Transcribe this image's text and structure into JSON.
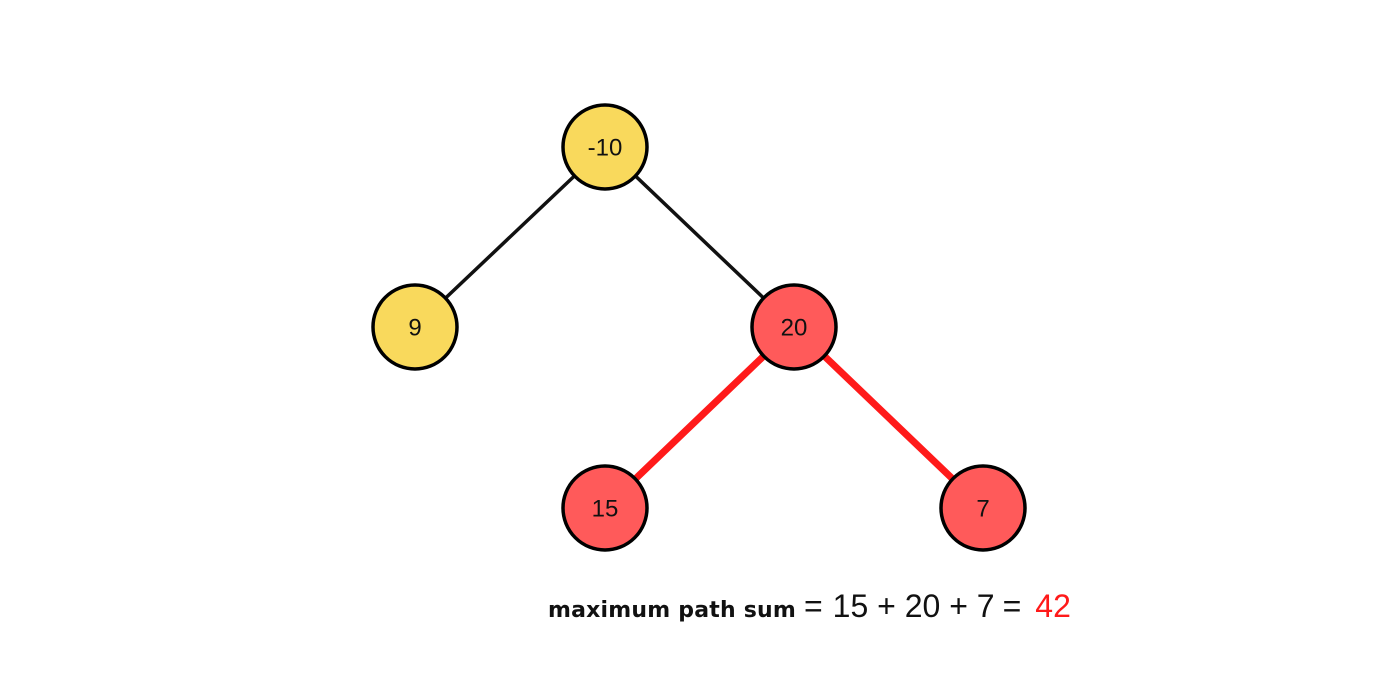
{
  "colors": {
    "background": "#ffffff",
    "outline": "#000000",
    "node_default": "#f9d95c",
    "node_highlight": "#ff5a5a",
    "edge_default": "#111111",
    "edge_highlight": "#ff1a1a",
    "result_text": "#ff1a1a",
    "text": "#111111"
  },
  "tree": {
    "nodes": [
      {
        "id": "n-root",
        "value": "-10",
        "highlighted": false
      },
      {
        "id": "n-left",
        "value": "9",
        "highlighted": false
      },
      {
        "id": "n-right",
        "value": "20",
        "highlighted": true
      },
      {
        "id": "n-right-left",
        "value": "15",
        "highlighted": true
      },
      {
        "id": "n-right-right",
        "value": "7",
        "highlighted": true
      }
    ],
    "edges": [
      {
        "from": "n-root",
        "to": "n-left",
        "highlighted": false
      },
      {
        "from": "n-root",
        "to": "n-right",
        "highlighted": false
      },
      {
        "from": "n-right",
        "to": "n-right-left",
        "highlighted": true
      },
      {
        "from": "n-right",
        "to": "n-right-right",
        "highlighted": true
      }
    ]
  },
  "caption": {
    "label": "maximum path sum",
    "equals": "=",
    "expression": "15 + 20 + 7",
    "result_equals": "=",
    "result": "42"
  }
}
